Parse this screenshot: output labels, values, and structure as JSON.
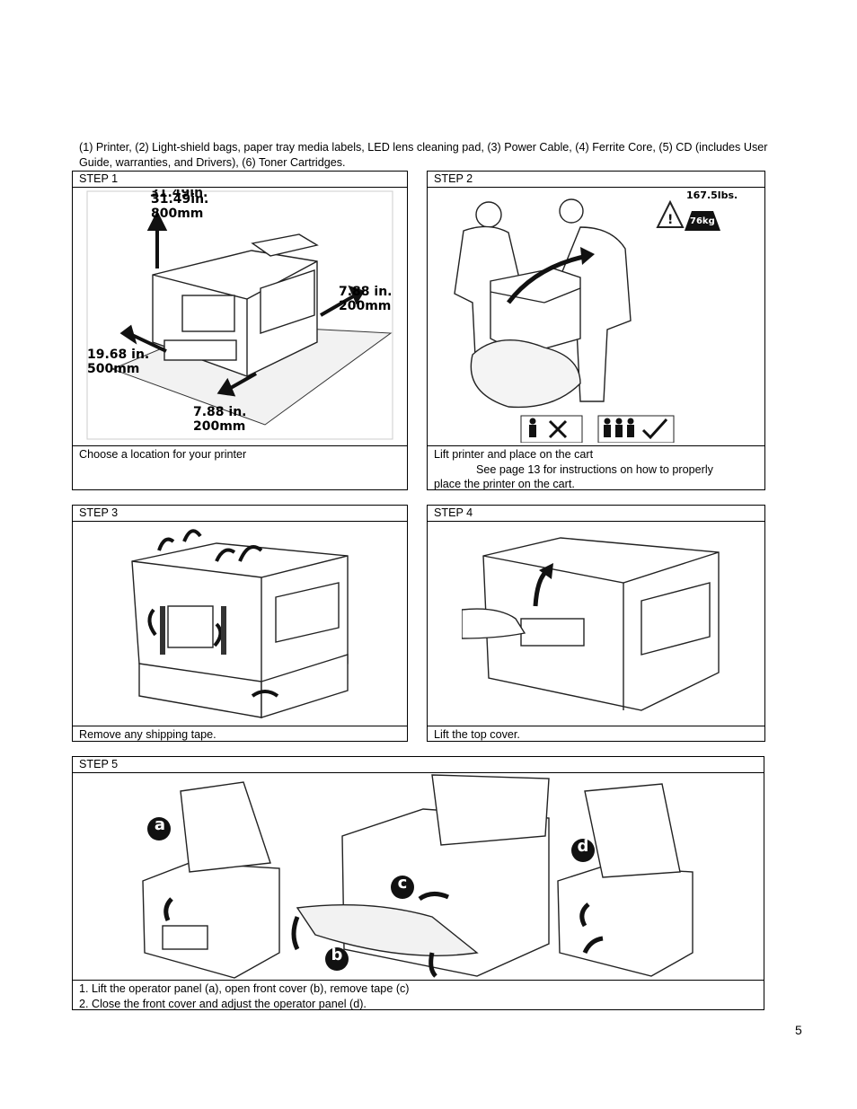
{
  "contents_text": "(1) Printer, (2) Light-shield bags, paper tray media labels, LED lens cleaning pad, (3) Power Cable, (4) Ferrite Core, (5) CD (includes User Guide, warranties, and Drivers), (6) Toner Cartridges.",
  "step1": {
    "header": "STEP 1",
    "caption": "Choose a location for your printer",
    "dims": {
      "top_in": "31.49in.",
      "top_mm": "800mm",
      "right_in": "7.88 in.",
      "right_mm": "200mm",
      "left_in": "19.68 in.",
      "left_mm": "500mm",
      "front_in": "7.88 in.",
      "front_mm": "200mm"
    }
  },
  "step2": {
    "header": "STEP 2",
    "caption_line1": "Lift printer and place on the cart",
    "caption_line2": "See page 13 for instructions on how to properly",
    "caption_line3": "place the printer on the cart.",
    "weight_lbs": "167.5lbs.",
    "weight_kg": "76kg"
  },
  "step3": {
    "header": "STEP 3",
    "caption": "Remove any shipping tape."
  },
  "step4": {
    "header": "STEP 4",
    "caption": "Lift the top cover."
  },
  "step5": {
    "header": "STEP 5",
    "caption_line1": "1. Lift the operator panel (a), open front cover (b), remove tape (c)",
    "caption_line2": "2. Close the front cover and adjust the operator panel (d).",
    "labels": {
      "a": "a",
      "b": "b",
      "c": "c",
      "d": "d"
    }
  },
  "page_number": "5"
}
